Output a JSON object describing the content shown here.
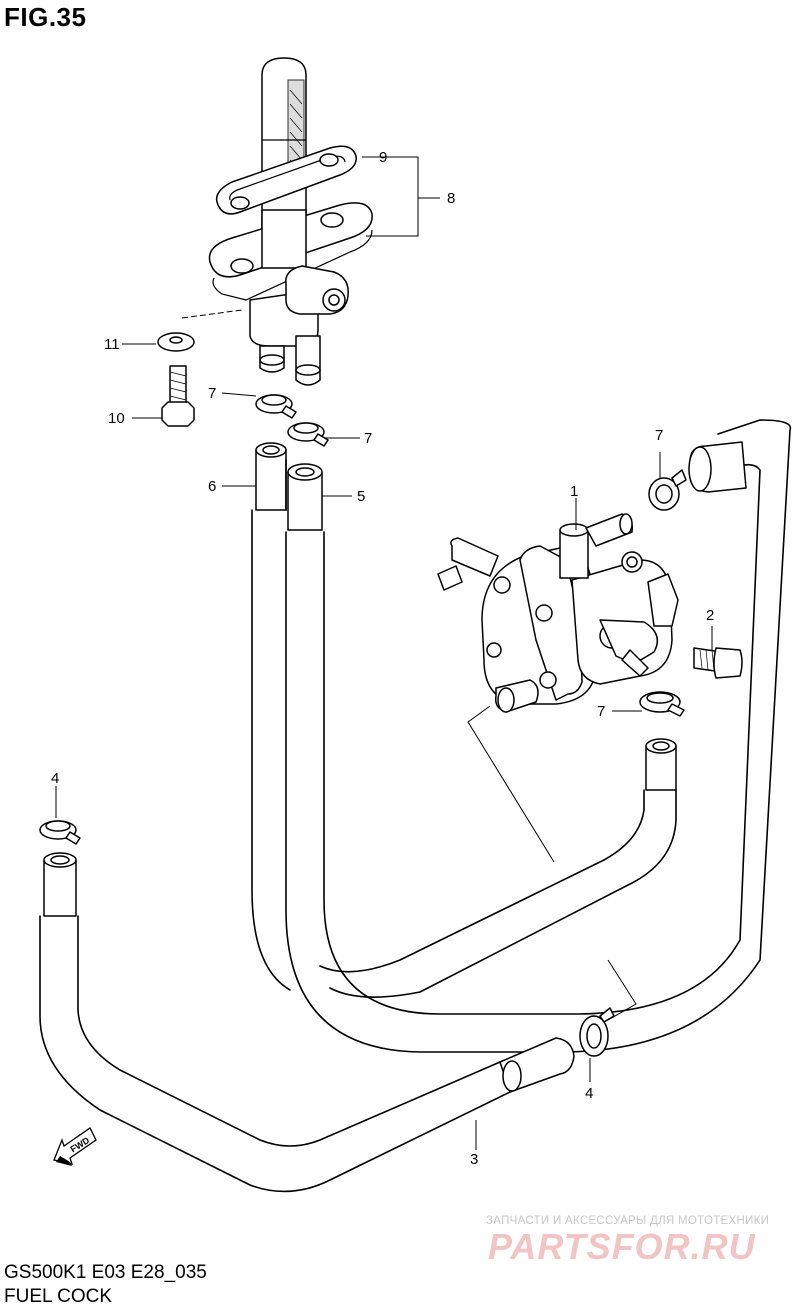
{
  "figure": {
    "title": "FIG.35",
    "model_code": "GS500K1 E03 E28_035",
    "section_title": "FUEL COCK"
  },
  "callouts": [
    {
      "id": "callout-1",
      "number": "1"
    },
    {
      "id": "callout-2",
      "number": "2"
    },
    {
      "id": "callout-3",
      "number": "3"
    },
    {
      "id": "callout-4a",
      "number": "4"
    },
    {
      "id": "callout-4b",
      "number": "4"
    },
    {
      "id": "callout-5",
      "number": "5"
    },
    {
      "id": "callout-6",
      "number": "6"
    },
    {
      "id": "callout-7a",
      "number": "7"
    },
    {
      "id": "callout-7b",
      "number": "7"
    },
    {
      "id": "callout-7c",
      "number": "7"
    },
    {
      "id": "callout-7d",
      "number": "7"
    },
    {
      "id": "callout-8",
      "number": "8"
    },
    {
      "id": "callout-9",
      "number": "9"
    },
    {
      "id": "callout-10",
      "number": "10"
    },
    {
      "id": "callout-11",
      "number": "11"
    }
  ],
  "direction_arrow": "FWD",
  "watermark": {
    "tagline": "ЗАПЧАСТИ И АКСЕССУАРЫ ДЛЯ МОТОТЕХНИКИ",
    "logo": "PARTSFOR.RU"
  }
}
